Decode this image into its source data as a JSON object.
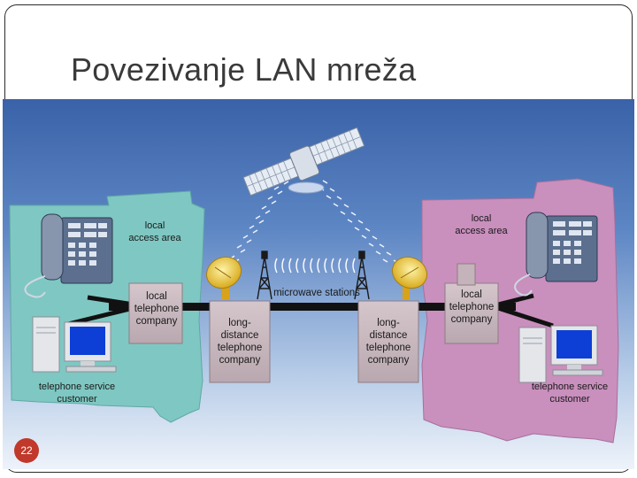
{
  "slide": {
    "title": "Povezivanje LAN mreža",
    "page_number": "22"
  },
  "diagram": {
    "left_area": {
      "label_line1": "local",
      "label_line2": "access area",
      "company_line1": "local",
      "company_line2": "telephone",
      "company_line3": "company",
      "customer_line1": "telephone service",
      "customer_line2": "customer"
    },
    "right_area": {
      "label_line1": "local",
      "label_line2": "access area",
      "company_line1": "local",
      "company_line2": "telephone",
      "company_line3": "company",
      "customer_line1": "telephone service",
      "customer_line2": "customer"
    },
    "ld_left": {
      "line1": "long-",
      "line2": "distance",
      "line3": "telephone",
      "line4": "company"
    },
    "ld_right": {
      "line1": "long-",
      "line2": "distance",
      "line3": "telephone",
      "line4": "company"
    },
    "microwave_label": "microwave stations",
    "colors": {
      "left_area": "#7fc7c2",
      "right_area": "#c98fbd",
      "company_box": "#c7b6bd",
      "link": "#111111"
    }
  }
}
